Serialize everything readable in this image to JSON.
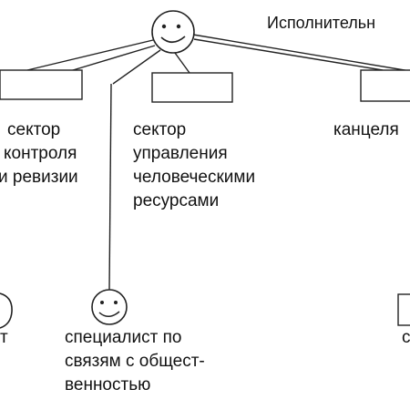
{
  "title_text": "Исполнительн",
  "sector_control": [
    "сектор",
    "контроля",
    "и ревизии"
  ],
  "sector_hr": [
    "сектор",
    "управления",
    "человеческими",
    "ресурсами"
  ],
  "chancellery": "канцеля",
  "left_bottom_fragment": "т",
  "specialist": [
    "специалист по",
    "связям с общест-",
    "венностью"
  ],
  "right_bottom_fragment": "с",
  "colors": {
    "line": "#222222",
    "text": "#111111",
    "background": "#ffffff"
  },
  "icons": [
    "smiley-face-icon",
    "smiley-face-icon",
    "smiley-face-icon"
  ]
}
